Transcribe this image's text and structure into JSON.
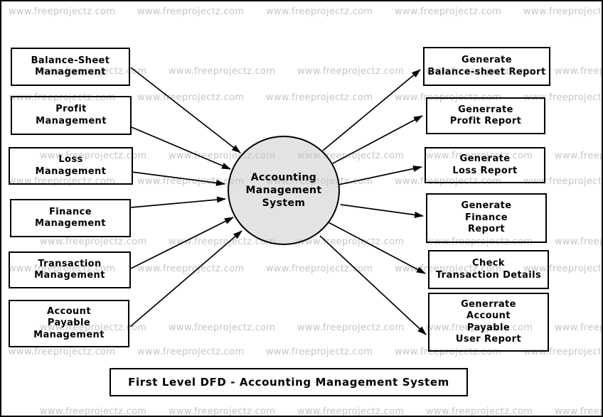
{
  "watermark": {
    "text": "www.freeprojectz.com",
    "color": "#c5c5c5"
  },
  "title": {
    "label": "First Level DFD - Accounting Management System"
  },
  "process": {
    "label": "Accounting\nManagement\nSystem",
    "fill": "#e3e3e3"
  },
  "left_entities": [
    {
      "label": "Balance-Sheet\nManagement"
    },
    {
      "label": "Profit\nManagement"
    },
    {
      "label": "Loss\nManagement"
    },
    {
      "label": "Finance\nManagement"
    },
    {
      "label": "Transaction\nManagement"
    },
    {
      "label": "Account\nPayable\nManagement"
    }
  ],
  "right_entities": [
    {
      "label": "Generate\nBalance-sheet Report"
    },
    {
      "label": "Generrate\nProfit Report"
    },
    {
      "label": "Generate\nLoss Report"
    },
    {
      "label": "Generate\nFinance\nReport"
    },
    {
      "label": "Check\nTransaction Details"
    },
    {
      "label": "Generrate\nAccount\nPayable\nUser Report"
    }
  ],
  "colors": {
    "border": "#000000",
    "box_fill": "#ffffff",
    "process_fill": "#e3e3e3",
    "text": "#000000",
    "watermark": "#c5c5c5"
  }
}
